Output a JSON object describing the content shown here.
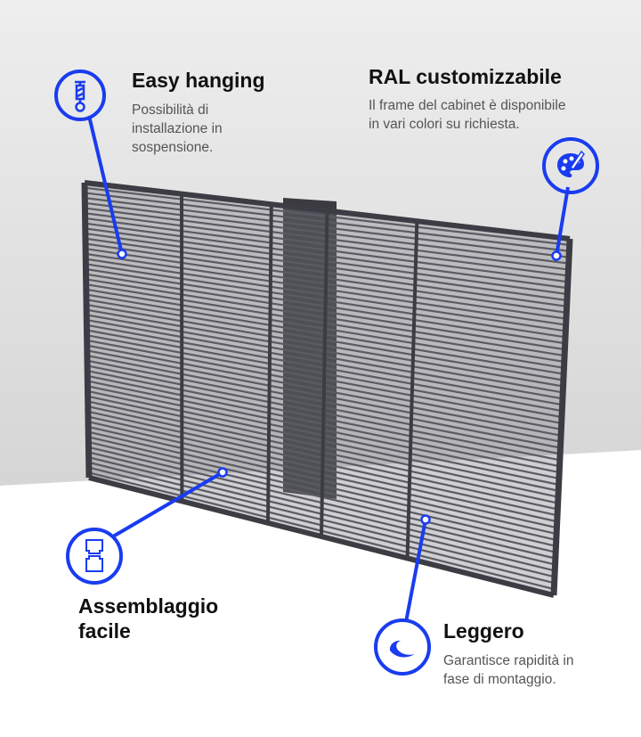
{
  "accent_color": "#1a3cf0",
  "callouts": [
    {
      "id": "easy-hanging",
      "title": "Easy hanging",
      "description_lines": [
        "Possibilità di",
        "installazione in",
        "sospensione."
      ],
      "icon": "hanging-hook-icon"
    },
    {
      "id": "ral",
      "title": "RAL customizzabile",
      "description_lines": [
        "Il frame del cabinet è disponibile",
        "in vari colori su richiesta."
      ],
      "icon": "paint-palette-icon"
    },
    {
      "id": "assembly",
      "title_lines": [
        "Assemblaggio",
        "facile"
      ],
      "icon": "connector-blocks-icon"
    },
    {
      "id": "light",
      "title": "Leggero",
      "description_lines": [
        "Garantisce rapidità in",
        "fase di montaggio."
      ],
      "icon": "feather-icon"
    }
  ]
}
